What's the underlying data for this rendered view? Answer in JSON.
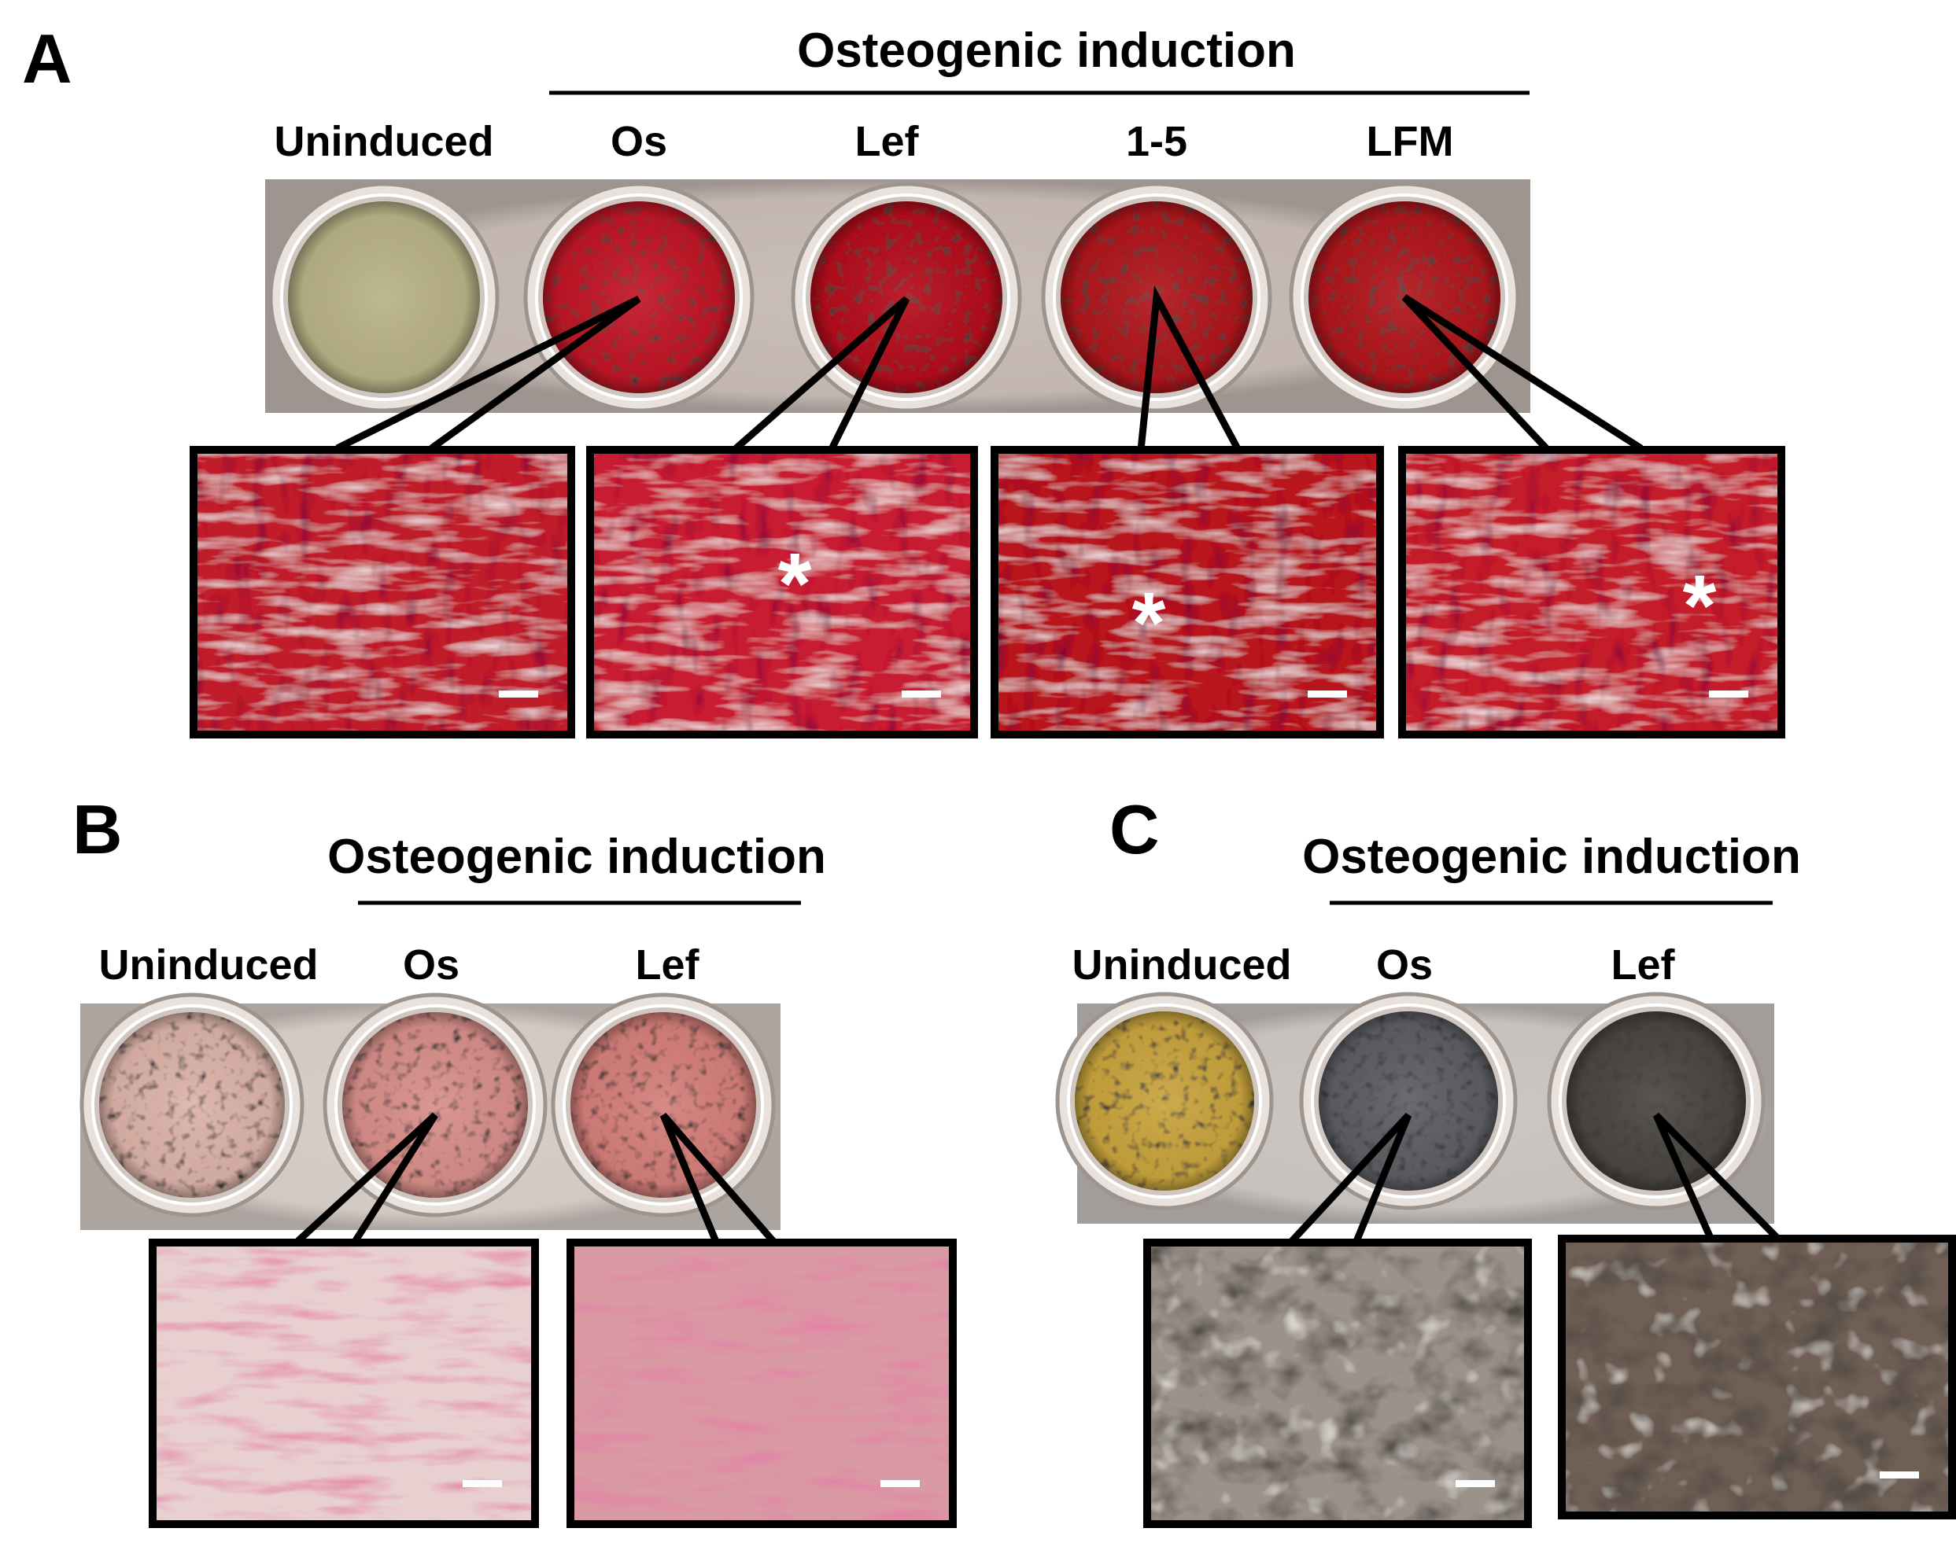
{
  "figure": {
    "panels": [
      {
        "id": "A",
        "letter": "A",
        "header": "Osteogenic induction",
        "conditions": [
          "Uninduced",
          "Os",
          "Lef",
          "1-5",
          "LFM"
        ],
        "wells": [
          {
            "label": "Uninduced",
            "stain": "none",
            "color": "#b9b287"
          },
          {
            "label": "Os",
            "stain": "red",
            "color": "#c21528"
          },
          {
            "label": "Lef",
            "stain": "red",
            "color": "#b5101f"
          },
          {
            "label": "1-5",
            "stain": "red",
            "color": "#b0121f"
          },
          {
            "label": "LFM",
            "stain": "red",
            "color": "#b1121e"
          }
        ],
        "magnified": [
          {
            "of": "Os",
            "asterisk": false,
            "color": "#c01a2c"
          },
          {
            "of": "Lef",
            "asterisk": true,
            "asterisk_text": "*",
            "color": "#c81d31"
          },
          {
            "of": "1-5",
            "asterisk": true,
            "asterisk_text": "*",
            "color": "#b8121f"
          },
          {
            "of": "LFM",
            "asterisk": true,
            "asterisk_text": "*",
            "color": "#c51a2b"
          }
        ]
      },
      {
        "id": "B",
        "letter": "B",
        "header": "Osteogenic induction",
        "conditions": [
          "Uninduced",
          "Os",
          "Lef"
        ],
        "wells": [
          {
            "label": "Uninduced",
            "stain": "light-pink",
            "color": "#dcb3a8"
          },
          {
            "label": "Os",
            "stain": "pink",
            "color": "#d88f8a"
          },
          {
            "label": "Lef",
            "stain": "pink",
            "color": "#d57f7a"
          }
        ],
        "magnified": [
          {
            "of": "Os",
            "color": "#e8cfd0"
          },
          {
            "of": "Lef",
            "color": "#d99aa4"
          }
        ]
      },
      {
        "id": "C",
        "letter": "C",
        "header": "Osteogenic induction",
        "conditions": [
          "Uninduced",
          "Os",
          "Lef"
        ],
        "wells": [
          {
            "label": "Uninduced",
            "stain": "yellow",
            "color": "#c9a43c"
          },
          {
            "label": "Os",
            "stain": "dark",
            "color": "#5d5e65"
          },
          {
            "label": "Lef",
            "stain": "dark",
            "color": "#4b4743"
          }
        ],
        "magnified": [
          {
            "of": "Os",
            "color": "#9b928a"
          },
          {
            "of": "Lef",
            "color": "#6f5f55"
          }
        ]
      }
    ]
  }
}
